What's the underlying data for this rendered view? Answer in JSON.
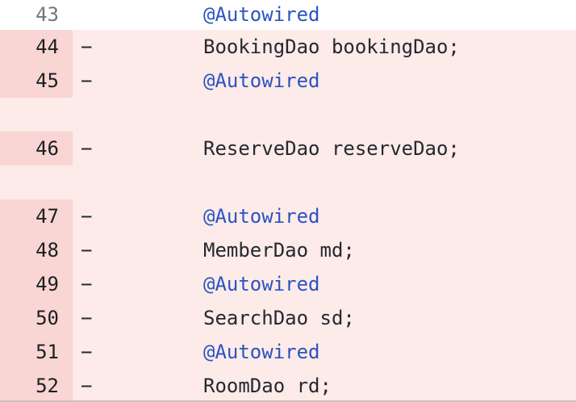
{
  "diff": {
    "view": "unified-diff",
    "language": "java",
    "colors": {
      "deleted_line_bg": "#fcebe8",
      "deleted_gutter_bg": "#f9d6d3",
      "context_bg": "#ffffff",
      "context_number_color": "#6e7781",
      "deleted_number_color": "#1b1f23",
      "code_text_color": "#24292f",
      "annotation_color": "#2b53c2"
    },
    "rows": [
      {
        "number": "43",
        "type": "context",
        "marker": "",
        "code": "@Autowired",
        "token": "annotation"
      },
      {
        "number": "44",
        "type": "deleted",
        "marker": "−",
        "code": "BookingDao bookingDao;",
        "token": "plain"
      },
      {
        "number": "45",
        "type": "deleted",
        "marker": "−",
        "code": "@Autowired",
        "token": "annotation"
      },
      {
        "number": "46",
        "type": "deleted",
        "marker": "−",
        "code": "ReserveDao reserveDao;",
        "token": "plain"
      },
      {
        "number": "47",
        "type": "deleted",
        "marker": "−",
        "code": "@Autowired",
        "token": "annotation"
      },
      {
        "number": "48",
        "type": "deleted",
        "marker": "−",
        "code": "MemberDao md;",
        "token": "plain"
      },
      {
        "number": "49",
        "type": "deleted",
        "marker": "−",
        "code": "@Autowired",
        "token": "annotation"
      },
      {
        "number": "50",
        "type": "deleted",
        "marker": "−",
        "code": "SearchDao sd;",
        "token": "plain"
      },
      {
        "number": "51",
        "type": "deleted",
        "marker": "−",
        "code": "@Autowired",
        "token": "annotation"
      },
      {
        "number": "52",
        "type": "deleted",
        "marker": "−",
        "code": "RoomDao rd;",
        "token": "plain"
      }
    ]
  }
}
